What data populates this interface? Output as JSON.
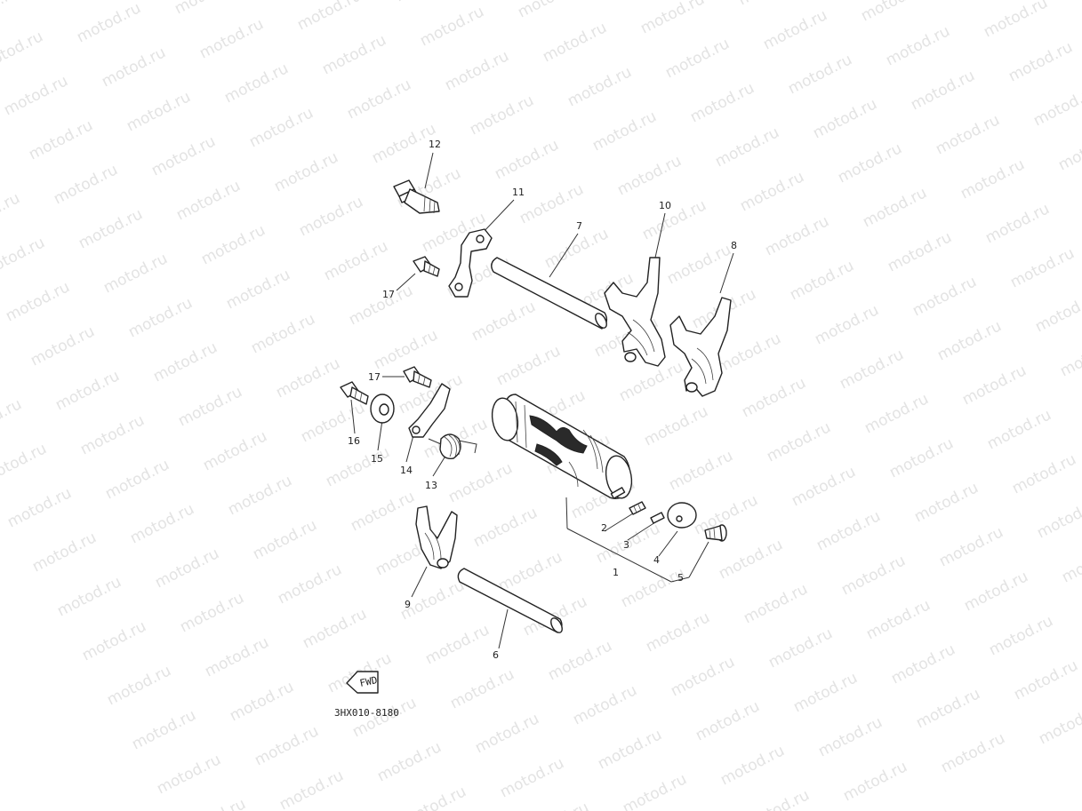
{
  "watermark": {
    "text": "motod.ru"
  },
  "diagram_code": "3HX010-8180",
  "fwd_label": "FWD",
  "callouts": [
    "12",
    "11",
    "7",
    "10",
    "8",
    "17",
    "17",
    "16",
    "15",
    "14",
    "13",
    "2",
    "3",
    "4",
    "1",
    "5",
    "9",
    "6"
  ],
  "colors": {
    "ink": "#222222",
    "watermark": "#e3e3e3",
    "background": "#ffffff"
  }
}
